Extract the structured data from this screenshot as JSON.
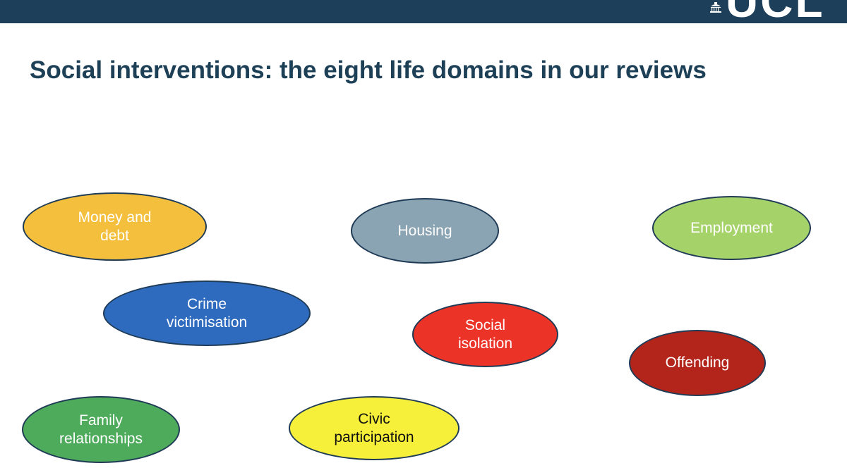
{
  "header": {
    "logo_text": "UCL",
    "logo_icon": "ucl-portico-icon"
  },
  "slide": {
    "title": "Social interventions: the eight life domains in our reviews"
  },
  "domains": [
    {
      "lines": [
        "Money and",
        "debt"
      ],
      "color": "#f3bf3d"
    },
    {
      "lines": [
        "Housing"
      ],
      "color": "#8aa4b4"
    },
    {
      "lines": [
        "Employment"
      ],
      "color": "#a6d26a"
    },
    {
      "lines": [
        "Crime",
        "victimisation"
      ],
      "color": "#2e6bbf"
    },
    {
      "lines": [
        "Social",
        "isolation"
      ],
      "color": "#eb3327"
    },
    {
      "lines": [
        "Offending"
      ],
      "color": "#b3241b"
    },
    {
      "lines": [
        "Family",
        "relationships"
      ],
      "color": "#4eab5b"
    },
    {
      "lines": [
        "Civic",
        "participation"
      ],
      "color": "#f6f03a"
    }
  ],
  "colors": {
    "header_bar": "#1d3f59",
    "title_text": "#1d4057",
    "ellipse_border": "#1f3b56"
  }
}
